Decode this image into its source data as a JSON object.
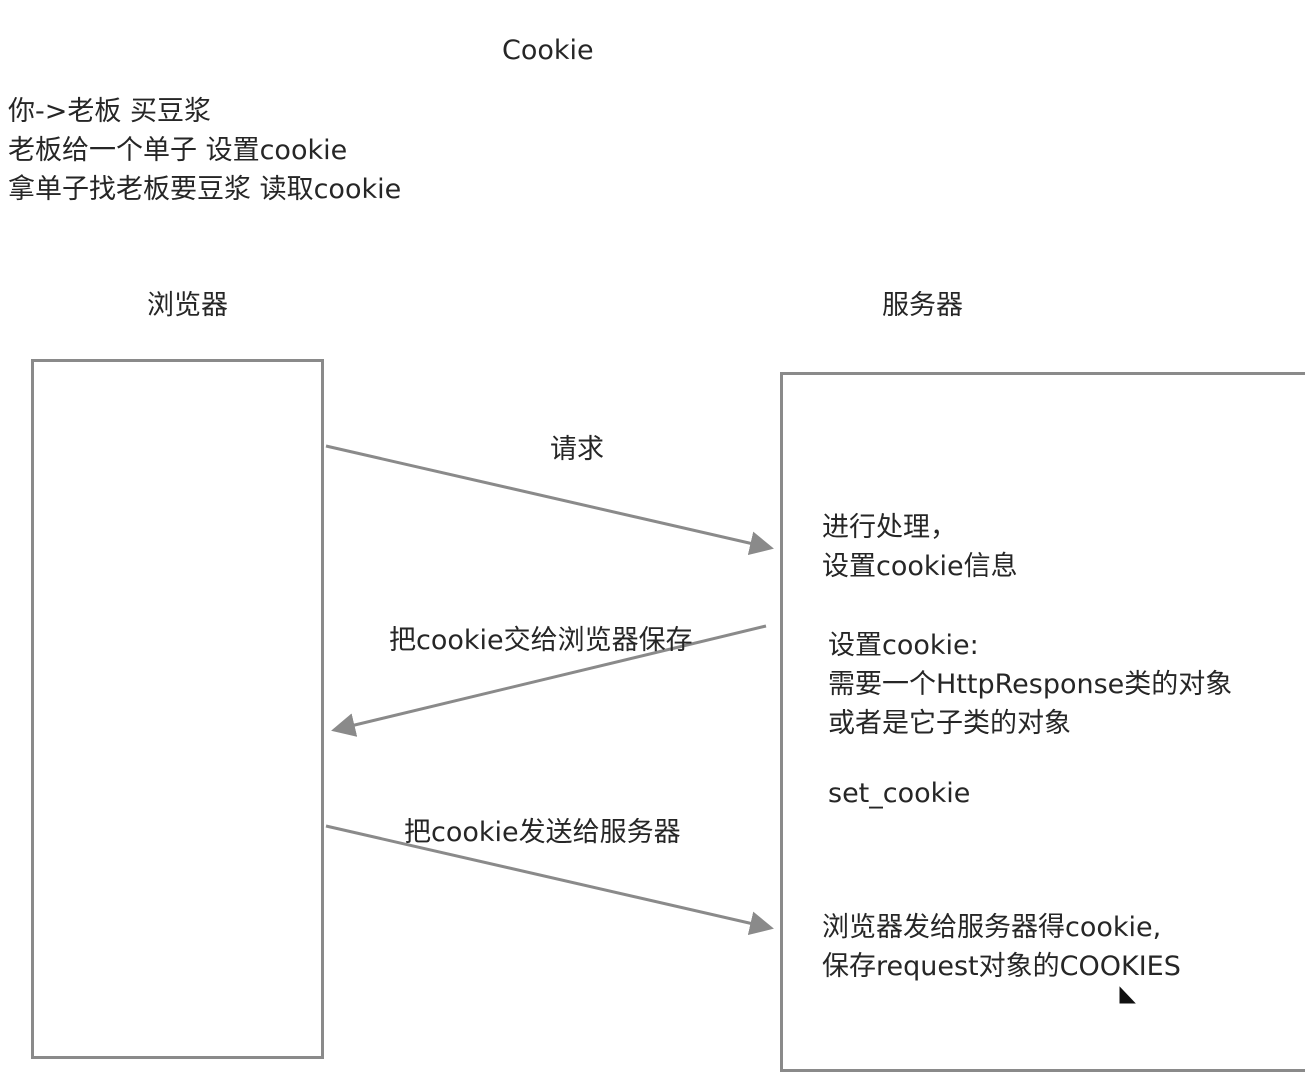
{
  "title": "Cookie",
  "intro_lines": [
    "你->老板 买豆浆",
    "老板给一个单子 设置cookie",
    "拿单子找老板要豆浆 读取cookie"
  ],
  "actors": {
    "browser": "浏览器",
    "server": "服务器"
  },
  "messages": {
    "request": "请求",
    "store": "把cookie交给浏览器保存",
    "send": "把cookie发送给服务器"
  },
  "server_notes": {
    "process": [
      "进行处理，",
      "设置cookie信息"
    ],
    "set_cookie": [
      "设置cookie:",
      "需要一个HttpResponse类的对象",
      "或者是它子类的对象"
    ],
    "set_fn": "set_cookie",
    "receive": [
      "浏览器发给服务器得cookie,",
      "保存request对象的COOKIES"
    ]
  },
  "colors": {
    "line": "#8a8a8a",
    "text": "#262626"
  }
}
